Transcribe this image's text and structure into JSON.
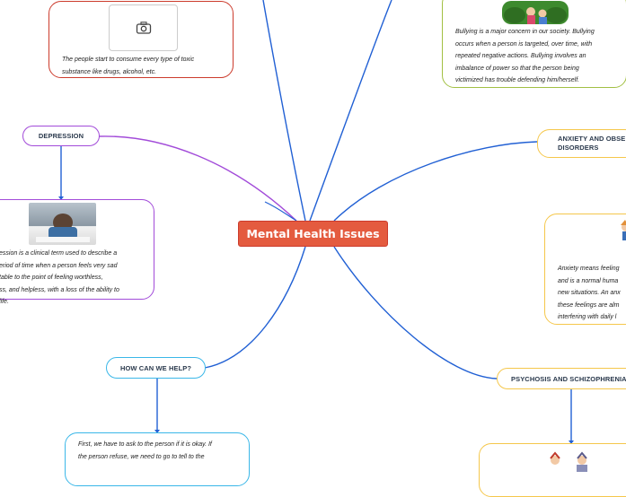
{
  "central_topic": "Mental Health Issues",
  "nodes": {
    "drugs": {
      "text": "The people start to consume every type of toxic\nsubstance like drugs, alcohol, etc.",
      "image_icon": "camera-icon"
    },
    "bullying": {
      "text": "Bullying is a major concern in our society. Bullying\noccurs when a person is targeted, over time, with\nrepeated negative actions. Bullying involves an\nimbalance of power so that the person being\nvictimized has trouble defending him/herself."
    },
    "depression": {
      "label": "DEPRESSION",
      "text": "ession is a clinical term used to describe a\neriod of time when a person feels very sad\ntable to the point of feeling worthless,\nss, and helpless, with a loss of the ability to\nlife."
    },
    "anxiety": {
      "label": "ANXIETY AND OBSE\nDISORDERS",
      "text": "Anxiety means feeling\nand is a normal huma\nnew situations. An anx\nthese feelings are alm\ninterfering with daily l"
    },
    "help": {
      "label": "HOW CAN WE HELP?",
      "text": "First, we have to ask to the person if it is okay. If\nthe person refuse, we need to go to tell to the"
    },
    "psychosis": {
      "label": "PSYCHOSIS AND SCHIZOPHRENIA"
    }
  },
  "colors": {
    "central": "#e45b3f",
    "red_branch": "#cc3b2c",
    "green_branch": "#a2c043",
    "blue_branch": "#2160d4",
    "purple_branch": "#a24bd9",
    "yellow_branch": "#f5c74b",
    "cyan_branch": "#3ab7e8"
  }
}
